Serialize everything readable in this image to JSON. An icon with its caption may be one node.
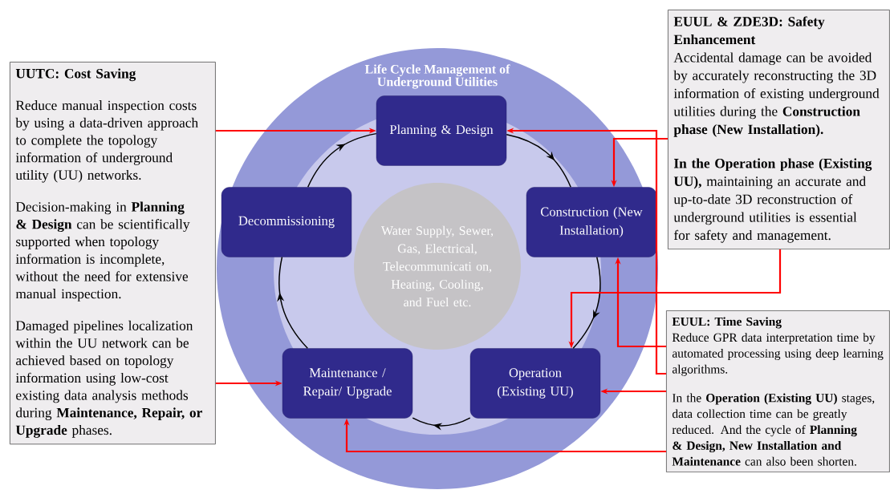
{
  "diagram": {
    "nodes": [
      {
        "text": [
          "Life Cycle Management of Underground Utilities"
        ]
      },
      {
        "text": [
          "Planning & Design"
        ],
        "in": 0
      },
      {
        "text": [
          "Construction (New Installation)"
        ],
        "in": 0
      },
      {
        "text": [
          "Operation (Existing UU)"
        ],
        "in": 0
      },
      {
        "text": [
          "Maintenance / Repair/ Upgrade"
        ],
        "in": 0
      },
      {
        "text": [
          "Decommissioning"
        ],
        "in": 0
      },
      {
        "text": [
          "Water Supply, Sewer, Gas, Electrical, Telecommunicati on, Heating, Cooling, and Fuel etc."
        ],
        "in": 0
      },
      {
        "text": [
          "UUTC: Cost Saving",
          "Reduce manual inspection costs by using a data-driven approach to complete the topology information of underground utility (UU) networks.",
          "Decision-making in **Planning & Design** can be scientifically supported when topology information is incomplete, without the need for extensive manual inspection.",
          "Damaged pipelines localization within the UU network can be achieved based on topology information using low-cost existing data analysis methods during **Maintenance, Repair, or Upgrade** phases."
        ]
      },
      {
        "text": [
          "EUUL & ZDE3D: Safety Enhancement",
          "Accidental damage can be avoided by accurately reconstructing the 3D information of existing underground utilities during the **Construction phase (New Installation).**",
          "**In the Operation phase (Existing UU),** maintaining an accurate and up-to-date 3D reconstruction of underground utilities is essential for safety and management."
        ]
      },
      {
        "text": [
          "EUUL: Time Saving",
          "Reduce GPR data interpretation time by automated processing using deep learning algorithms.",
          "In the **Operation (Existing UU)** stages, data collection time can be greatly reduced. And the cycle of **Planning & Design, New Installation and Maintenance** can also been shorten."
        ]
      }
    ],
    "edges": [
      {
        "from": 1,
        "to": 2,
        "arrow": "to",
        "color": "#000000"
      },
      {
        "from": 2,
        "to": 3,
        "arrow": "to",
        "color": "#000000"
      },
      {
        "from": 3,
        "to": 4,
        "arrow": "to",
        "color": "#000000"
      },
      {
        "from": 4,
        "to": 5,
        "arrow": "to",
        "color": "#000000"
      },
      {
        "from": 5,
        "to": 1,
        "arrow": "to",
        "color": "#000000"
      },
      {
        "from": 7,
        "to": 1,
        "arrow": "to",
        "color": "#ff0000"
      },
      {
        "from": 7,
        "to": 4,
        "arrow": "to",
        "color": "#ff0000"
      },
      {
        "from": 9,
        "to": 1,
        "arrow": "to",
        "color": "#ff0000"
      },
      {
        "from": 8,
        "to": 2,
        "arrow": "to",
        "color": "#ff0000"
      },
      {
        "from": 8,
        "to": 3,
        "arrow": "to",
        "color": "#ff0000"
      },
      {
        "from": 9,
        "to": 2,
        "arrow": "to",
        "color": "#ff0000"
      },
      {
        "from": 9,
        "to": 3,
        "arrow": "to",
        "color": "#ff0000"
      },
      {
        "from": 9,
        "to": 4,
        "arrow": "to",
        "color": "#ff0000"
      }
    ]
  }
}
